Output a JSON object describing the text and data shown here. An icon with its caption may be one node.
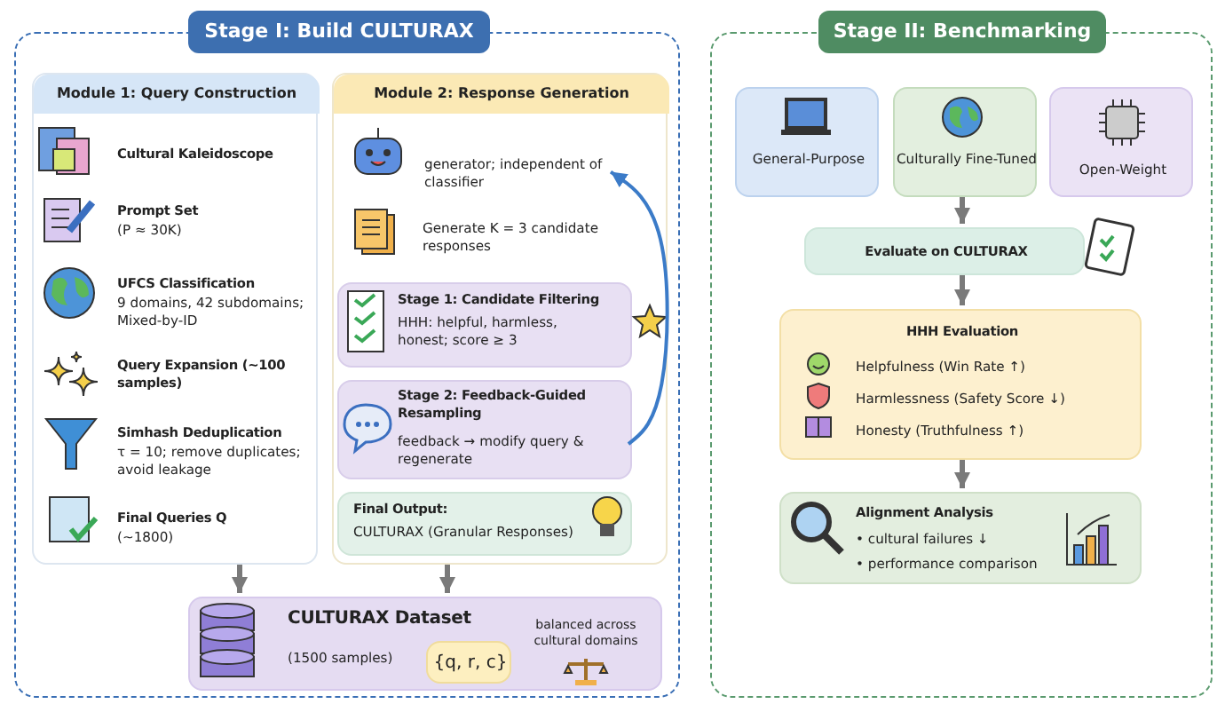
{
  "diagram": {
    "nodes": [
      {
        "text": [
          "Stage I: Build CULTURAX"
        ]
      },
      {
        "text": [
          "Module 1: Query Construction"
        ],
        "in": 0
      },
      {
        "text": [
          "Module 2: Response Generation"
        ],
        "in": 0
      },
      {
        "text": [
          "generator; independent of classifier"
        ],
        "in": 2
      },
      {
        "text": [
          "Stage 1: Candidate Filtering",
          "HHH: helpful, harmless, honest; score ≥ 3"
        ],
        "in": 2
      },
      {
        "text": [
          "Stage 2: Feedback-Guided Resampling",
          "feedback → modify query & regenerate"
        ],
        "in": 2
      },
      {
        "text": [
          "Final Output:",
          "CULTURAX (Granular Responses)"
        ],
        "in": 2
      },
      {
        "text": [
          "CULTURAX  Dataset",
          "(1500 samples)",
          "balanced across cultural domains"
        ],
        "in": 0
      },
      {
        "text": [
          "{q, r, c}"
        ],
        "in": 7
      },
      {
        "text": [
          "Stage II: Benchmarking"
        ]
      },
      {
        "text": [
          "General-Purpose"
        ],
        "in": 9
      },
      {
        "text": [
          "Culturally Fine-Tuned"
        ],
        "in": 9
      },
      {
        "text": [
          "Open-Weight"
        ],
        "in": 9
      },
      {
        "text": [
          "Evaluate on CULTURAX"
        ],
        "in": 9
      },
      {
        "text": [
          "HHH Evaluation",
          "Helpfulness (Win Rate ↑)",
          "Harmlessness (Safety Score ↓)",
          "Honesty (Truthfulness ↑)"
        ],
        "in": 9
      },
      {
        "text": [
          "Alignment Analysis",
          "• cultural failures ↓",
          "• performance comparison"
        ],
        "in": 9
      }
    ],
    "edges": [
      {
        "from": 1,
        "to": 7,
        "arrow": "to"
      },
      {
        "from": 2,
        "to": 7,
        "arrow": "to"
      },
      {
        "from": 5,
        "to": 3,
        "arrow": "to",
        "color": "#3b7bc8"
      },
      {
        "from": 11,
        "to": 13,
        "arrow": "to"
      },
      {
        "from": 13,
        "to": 14,
        "arrow": "to"
      },
      {
        "from": 14,
        "to": 15,
        "arrow": "to"
      }
    ],
    "labels": [
      "Cultural Kaleidoscope",
      "Prompt Set",
      "(P ≈ 30K)",
      "UFCS Classification",
      "9 domains, 42 subdomains; Mixed-by-ID",
      "Query Expansion (~100 samples)",
      "Simhash Deduplication",
      "τ = 10; remove duplicates; avoid leakage",
      "Final Queries Q",
      "(~1800)",
      "Generate K = 3 candidate responses"
    ]
  }
}
